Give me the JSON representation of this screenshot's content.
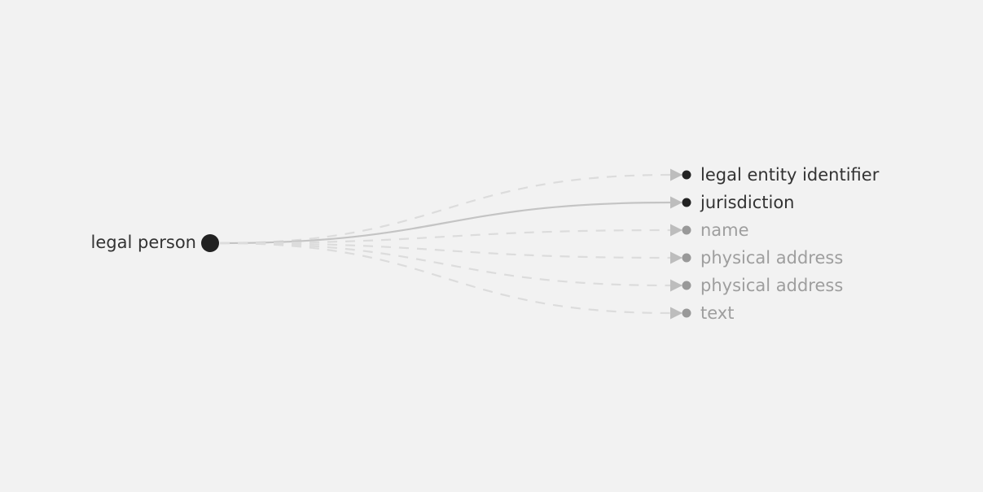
{
  "diagram": {
    "colors": {
      "background": "#f2f2f2",
      "active_node": "#222222",
      "inactive_node": "#999999",
      "active_text": "#333333",
      "inactive_text": "#9e9e9e",
      "active_edge": "#c4c4c4",
      "inactive_edge": "#dcdcdc",
      "arrowhead": "#bdbdbd"
    },
    "source": {
      "label": "legal person"
    },
    "targets": [
      {
        "label": "legal entity identifier",
        "active": true,
        "edge": "dashed"
      },
      {
        "label": "jurisdiction",
        "active": true,
        "edge": "solid"
      },
      {
        "label": "name",
        "active": false,
        "edge": "dashed"
      },
      {
        "label": "physical address",
        "active": false,
        "edge": "dashed"
      },
      {
        "label": "physical address",
        "active": false,
        "edge": "dashed"
      },
      {
        "label": "text",
        "active": false,
        "edge": "dashed"
      }
    ]
  }
}
